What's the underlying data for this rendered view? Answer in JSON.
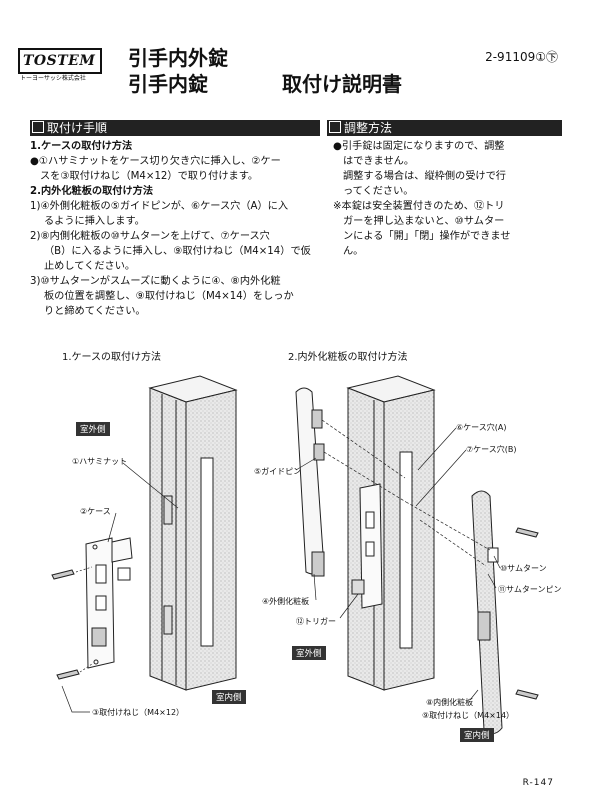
{
  "header": {
    "logo_text": "TOSTEM",
    "logo_sub": "トーヨーサッシ株式会社",
    "title_line1": "引手内外錠",
    "title_line2": "引手内錠",
    "title_manual": "取付け説明書",
    "doc_no": "2-91109①㊦"
  },
  "left_section": {
    "heading": "取付け手順",
    "lines": [
      "1.ケースの取付け方法",
      "●①ハサミナットをケース切り欠き穴に挿入し、②ケー",
      "スを③取付けねじ（M4×12）で取り付けます。",
      "2.内外化粧板の取付け方法",
      "1)④外側化粧板の⑤ガイドピンが、⑥ケース穴（A）に入",
      "るように挿入します。",
      "2)⑧内側化粧板の⑩サムターンを上げて、⑦ケース穴",
      "（B）に入るように挿入し、⑨取付けねじ（M4×14）で仮",
      "止めしてください。",
      "3)⑩サムターンがスムーズに動くように④、⑧内外化粧",
      "板の位置を調整し、⑨取付けねじ（M4×14）をしっか",
      "りと締めてください。"
    ]
  },
  "right_section": {
    "heading": "調整方法",
    "lines": [
      "●引手錠は固定になりますので、調整",
      "はできません。",
      "調整する場合は、縦枠側の受けで行",
      "ってください。",
      "※本錠は安全装置付きのため、⑫トリ",
      "ガーを押し込まないと、⑩サムター",
      "ンによる「開」「閉」操作ができませ",
      "ん。"
    ]
  },
  "figure1": {
    "caption": "1.ケースの取付け方法",
    "tag_outside": "室外側",
    "tag_inside": "室内側",
    "label_nut": "①ハサミナット",
    "label_case": "②ケース",
    "label_screw": "③取付けねじ（M4×12）"
  },
  "figure2": {
    "caption": "2.内外化粧板の取付け方法",
    "tag_outside": "室外側",
    "tag_inside": "室内側",
    "label_hole_a": "⑥ケース穴(A)",
    "label_hole_b": "⑦ケース穴(B)",
    "label_guide_pin": "⑤ガイドピン",
    "label_thumbturn": "⑩サムターン",
    "label_thumbturn_pin": "⑪サムターンピン",
    "label_outer_plate": "④外側化粧板",
    "label_trigger": "⑫トリガー",
    "label_inner_plate": "⑧内側化粧板",
    "label_screw": "⑨取付けねじ（M4×14）"
  },
  "footer": {
    "page_no": "R-147"
  }
}
